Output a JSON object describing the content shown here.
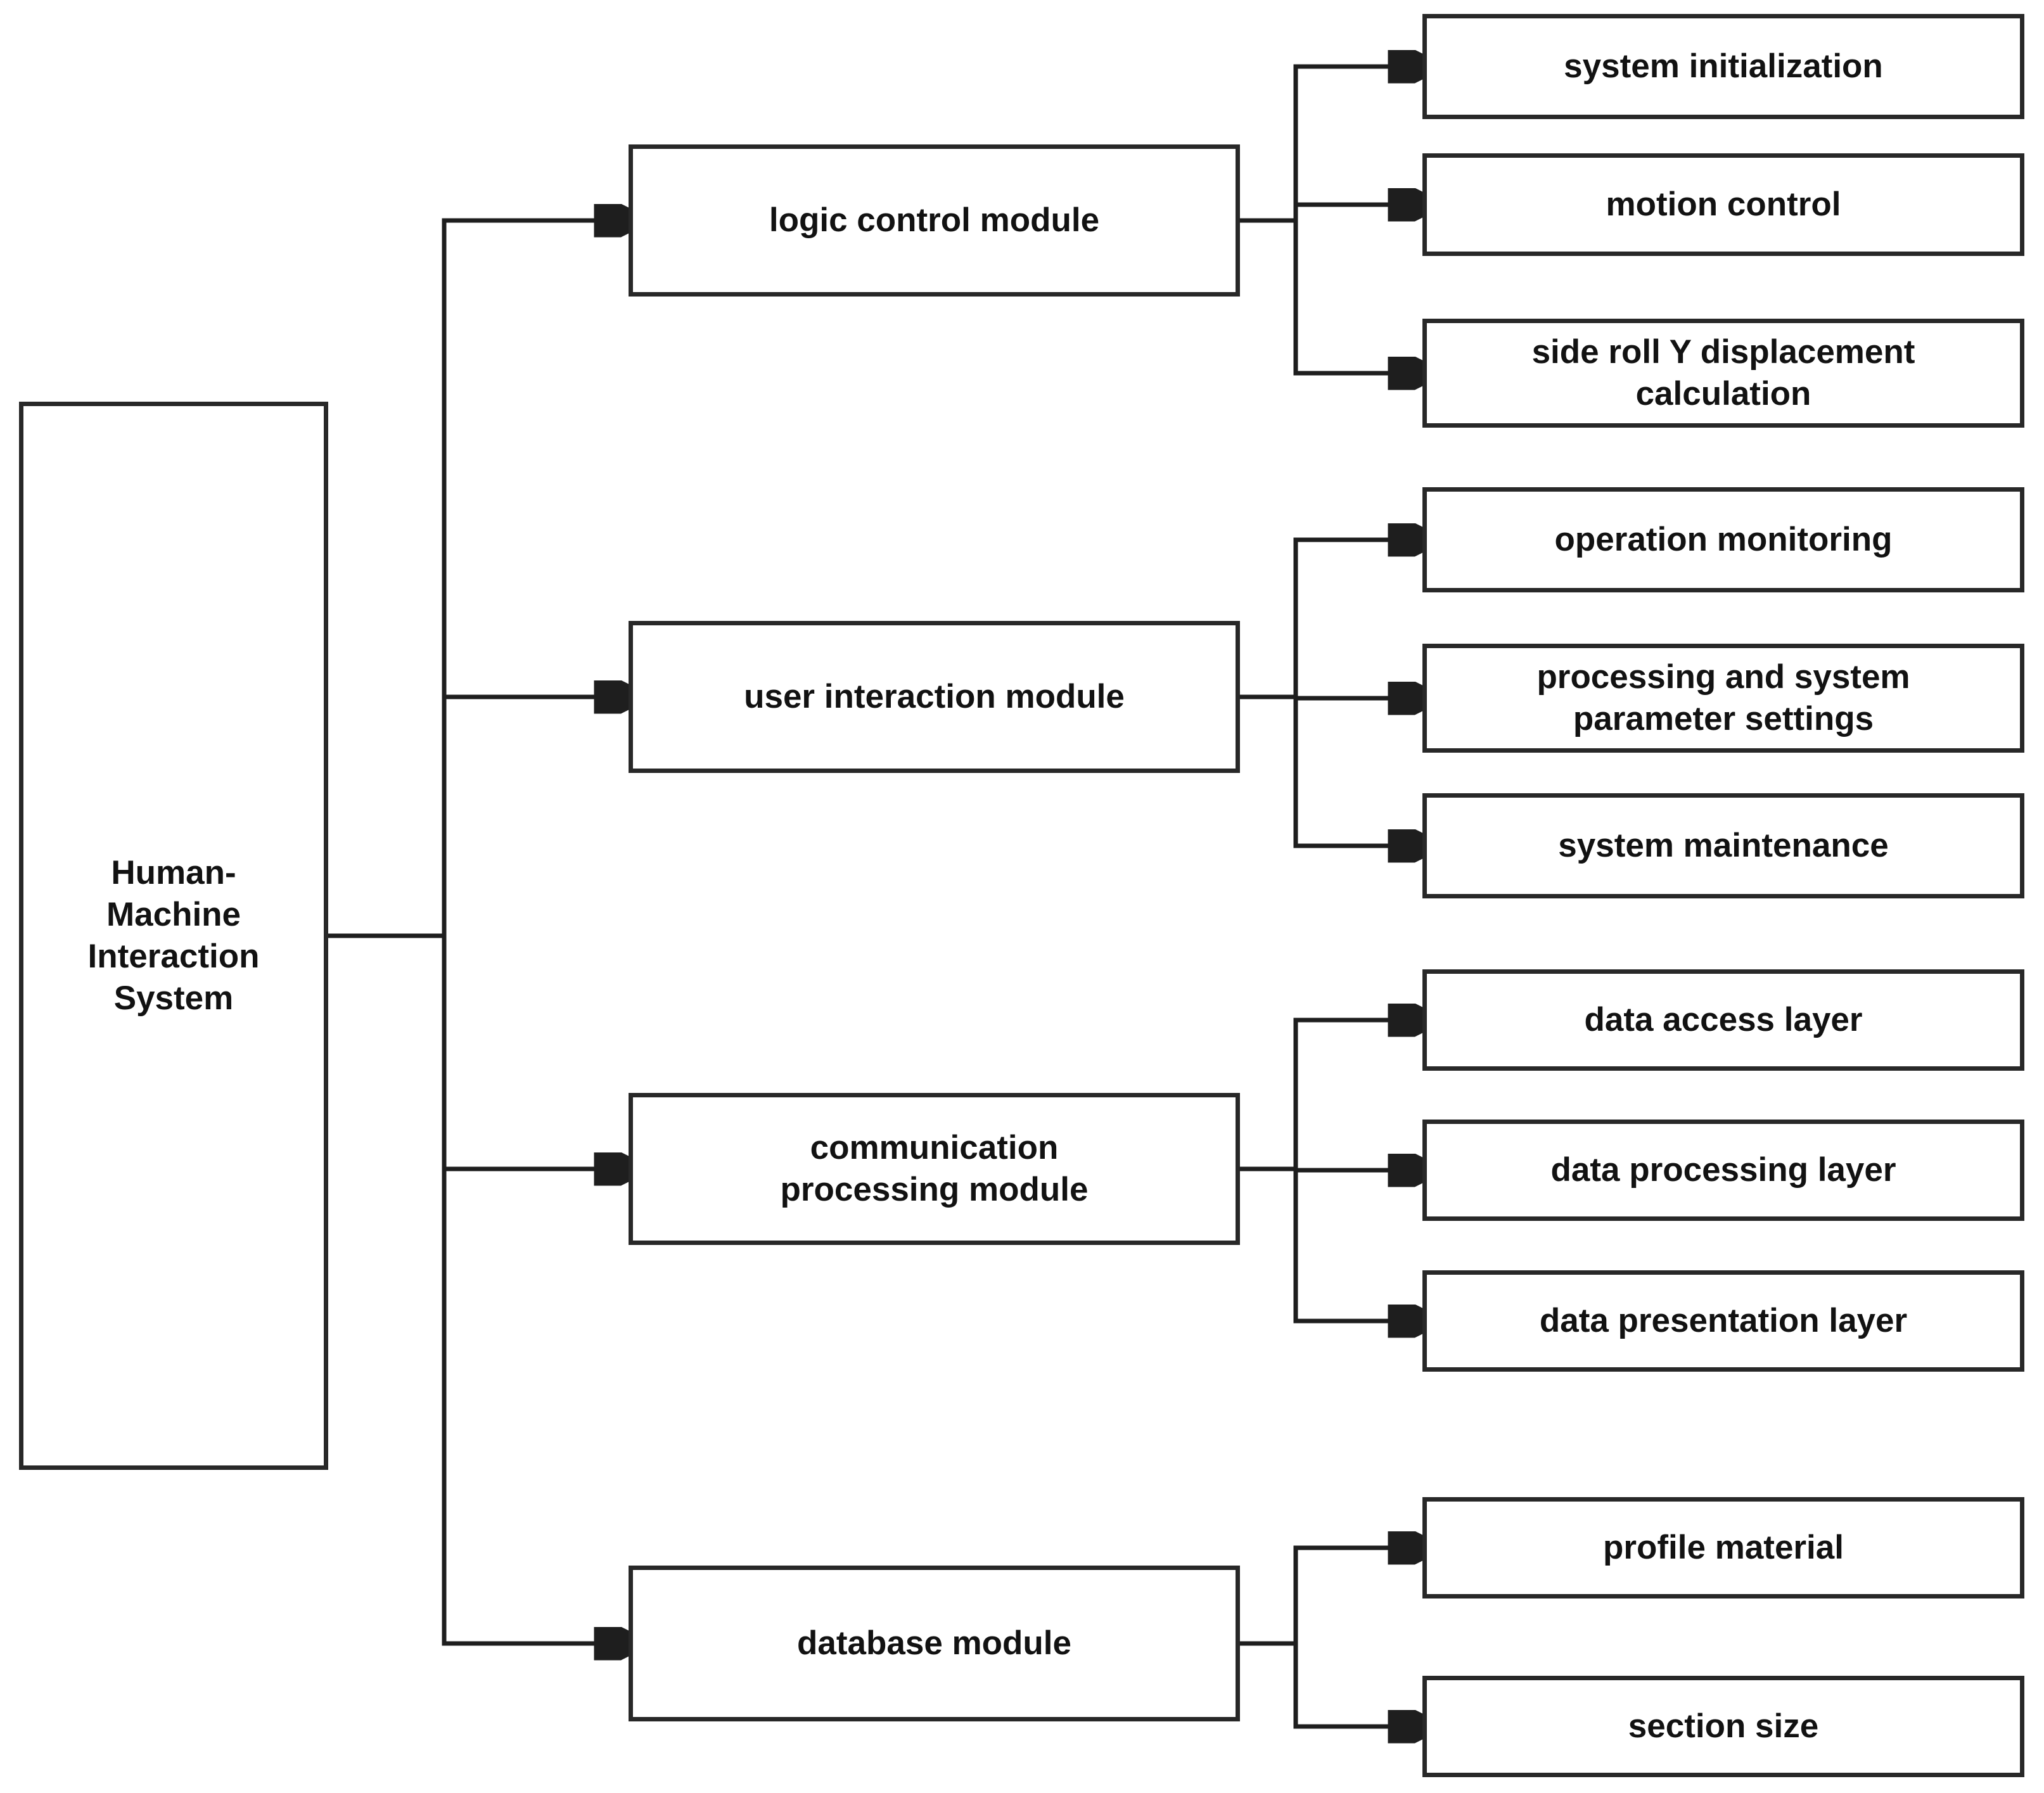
{
  "diagram": {
    "root": {
      "label": "Human-\nMachine\nInteraction\nSystem"
    },
    "modules": [
      {
        "label": "logic control module",
        "children": [
          {
            "label": "system initialization"
          },
          {
            "label": "motion control"
          },
          {
            "label": "side roll Y displacement\ncalculation"
          }
        ]
      },
      {
        "label": "user interaction module",
        "children": [
          {
            "label": "operation monitoring"
          },
          {
            "label": "processing and system\nparameter settings"
          },
          {
            "label": "system maintenance"
          }
        ]
      },
      {
        "label": "communication\nprocessing module",
        "children": [
          {
            "label": "data access layer"
          },
          {
            "label": "data processing layer"
          },
          {
            "label": "data presentation layer"
          }
        ]
      },
      {
        "label": "database module",
        "children": [
          {
            "label": "profile material"
          },
          {
            "label": "section size"
          }
        ]
      }
    ],
    "colors": {
      "line": "#1e1e1e",
      "box_border": "#282828",
      "box_fill": "#ffffff",
      "text": "#121212",
      "background": "#ffffff"
    }
  }
}
